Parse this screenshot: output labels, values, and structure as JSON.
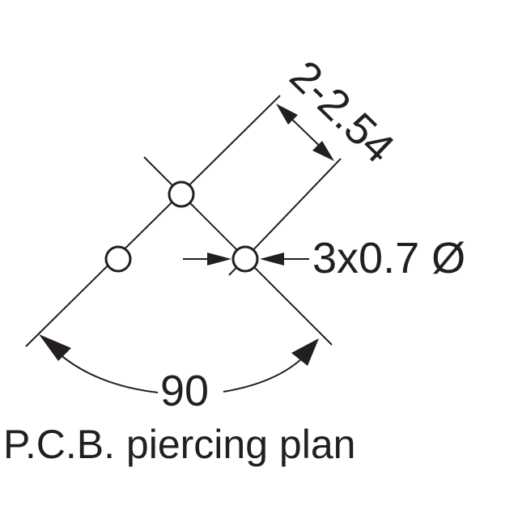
{
  "labels": {
    "pitch": "2-2.54",
    "hole_spec": "3x0.7 Ø",
    "angle": "90",
    "caption": "P.C.B. piercing plan"
  },
  "colors": {
    "ink": "#231f20",
    "background": "#ffffff"
  }
}
